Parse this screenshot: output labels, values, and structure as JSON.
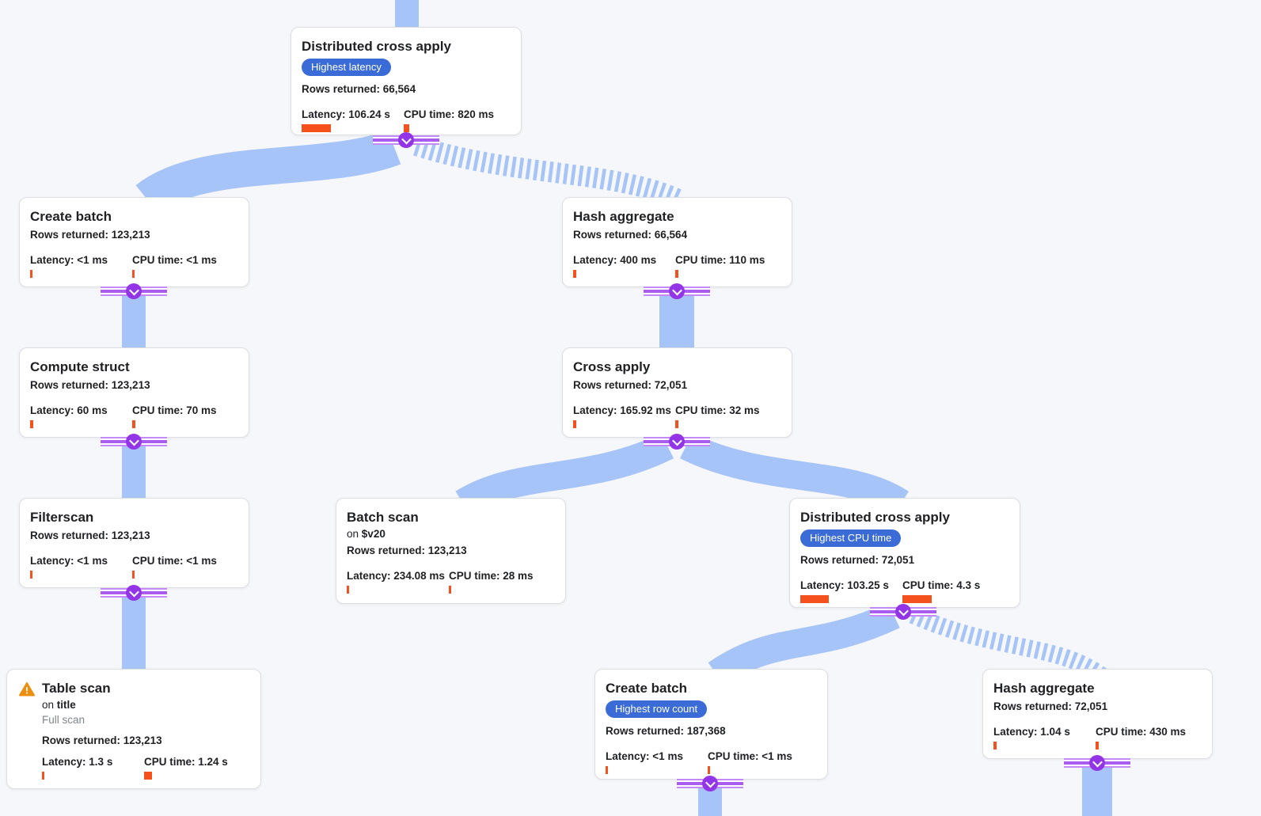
{
  "labels": {
    "rows_prefix": "Rows returned:",
    "latency_prefix": "Latency:",
    "cpu_prefix": "CPU time:",
    "on_prefix": "on"
  },
  "colors": {
    "background": "#F5F7FA",
    "card_border": "#DCDFE3",
    "edge_blue": "#A6C4F7",
    "connector_purple": "#9334E6",
    "connector_rail_light": "#C58AF9",
    "connector_rail_mid": "#A95CEF",
    "badge_blue": "#3A6BD6",
    "bar_orange": "#F4511E",
    "warning_orange": "#EE8E0E",
    "text_primary": "#202124",
    "text_muted": "#80868B"
  },
  "nodes": [
    {
      "title": "Distributed cross apply",
      "badge": "Highest latency",
      "rows": "66,564",
      "latency": "106.24 s",
      "cpu": "820 ms",
      "latency_bar": 37,
      "cpu_bar": 7
    },
    {
      "title": "Create batch",
      "rows": "123,213",
      "latency": "<1 ms",
      "cpu": "<1 ms",
      "latency_bar": 3,
      "cpu_bar": 3
    },
    {
      "title": "Hash aggregate",
      "rows": "66,564",
      "latency": "400 ms",
      "cpu": "110 ms",
      "latency_bar": 4,
      "cpu_bar": 4
    },
    {
      "title": "Compute struct",
      "rows": "123,213",
      "latency": "60 ms",
      "cpu": "70 ms",
      "latency_bar": 4,
      "cpu_bar": 4
    },
    {
      "title": "Cross apply",
      "rows": "72,051",
      "latency": "165.92 ms",
      "cpu": "32 ms",
      "latency_bar": 4,
      "cpu_bar": 4
    },
    {
      "title": "Filterscan",
      "rows": "123,213",
      "latency": "<1 ms",
      "cpu": "<1 ms",
      "latency_bar": 3,
      "cpu_bar": 3
    },
    {
      "title": "Batch scan",
      "on": "$v20",
      "rows": "123,213",
      "latency": "234.08 ms",
      "cpu": "28 ms",
      "latency_bar": 3,
      "cpu_bar": 3
    },
    {
      "title": "Distributed cross apply",
      "badge": "Highest CPU time",
      "rows": "72,051",
      "latency": "103.25 s",
      "cpu": "4.3 s",
      "latency_bar": 36,
      "cpu_bar": 37
    },
    {
      "title": "Table scan",
      "on": "title",
      "scan_type": "Full scan",
      "rows": "123,213",
      "latency": "1.3 s",
      "cpu": "1.24 s",
      "latency_bar": 3,
      "cpu_bar": 10
    },
    {
      "title": "Create batch",
      "badge": "Highest row count",
      "rows": "187,368",
      "latency": "<1 ms",
      "cpu": "<1 ms",
      "latency_bar": 3,
      "cpu_bar": 3
    },
    {
      "title": "Hash aggregate",
      "rows": "72,051",
      "latency": "1.04 s",
      "cpu": "430 ms",
      "latency_bar": 4,
      "cpu_bar": 4
    }
  ]
}
